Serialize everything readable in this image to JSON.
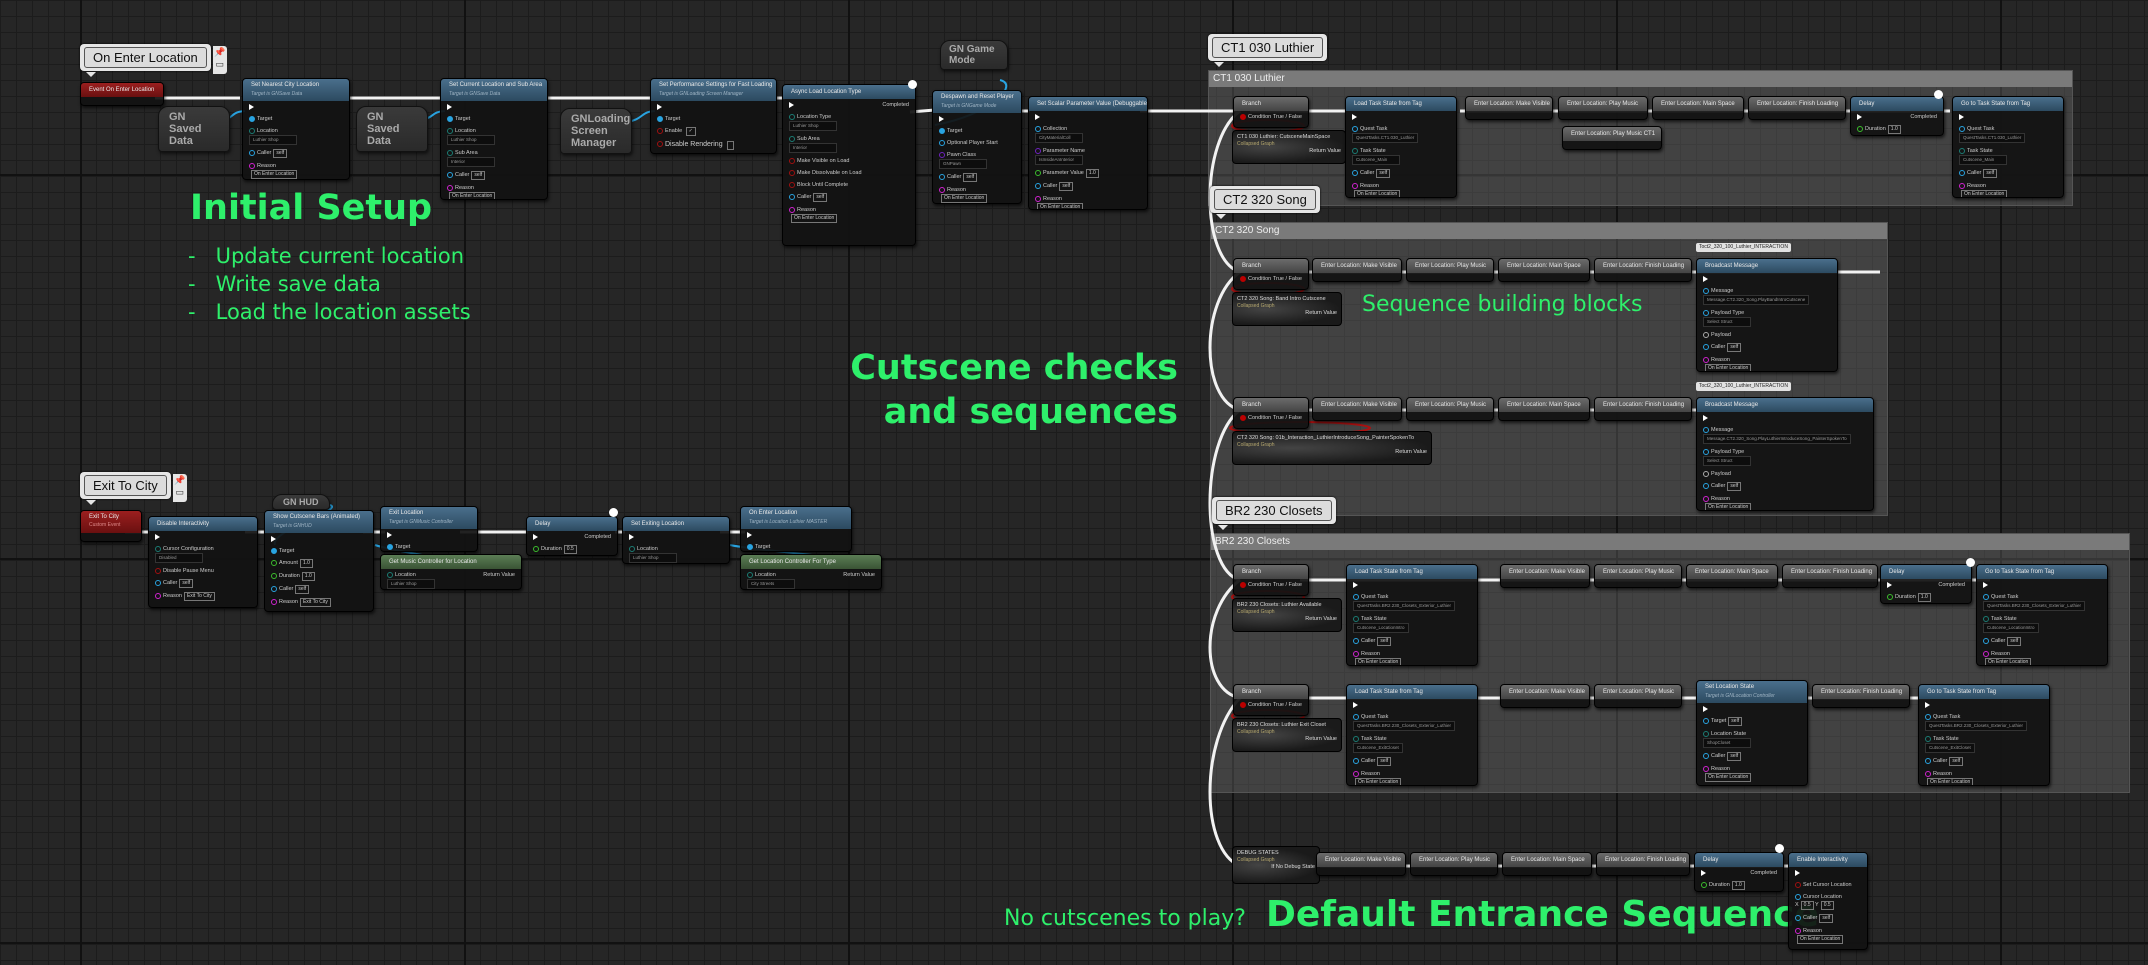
{
  "comments": {
    "on_enter": "On Enter Location",
    "exit_city": "Exit To City",
    "ct1": "CT1 030 Luthier",
    "ct2": "CT2 320 Song",
    "br2": "BR2 230 Closets"
  },
  "annotations": {
    "initial_title": "Initial Setup",
    "initial_items": [
      "Update current location",
      "Write save data",
      "Load the location assets"
    ],
    "cutscene_line1": "Cutscene checks",
    "cutscene_line2": "and sequences",
    "seq_blocks": "Sequence building blocks",
    "no_cutscenes": "No cutscenes to play?",
    "default_entrance": "Default Entrance Sequence"
  },
  "common": {
    "target": "Target",
    "location": "Location",
    "caller": "Caller",
    "self": "self",
    "reason": "Reason",
    "reason_enter": "On Enter Location",
    "reason_exit": "Exit To City",
    "sub_area": "Sub Area",
    "completed": "Completed",
    "duration": "Duration",
    "quest_task": "Quest Task",
    "task_state": "Task State",
    "condition": "Condition",
    "true": "True",
    "false": "False",
    "return_value": "Return Value",
    "collapsed_graph": "Collapsed Graph",
    "message": "Message",
    "payload_type": "Payload Type",
    "payload": "Payload",
    "luthier_shop": "Luthier Shop",
    "interior": "Interior"
  },
  "variables": {
    "saved_data": "GN Saved Data",
    "loading_mgr": "GNLoading Screen Manager",
    "game_mode": "GN Game Mode",
    "hud": "GN HUD"
  },
  "top_chain": {
    "event": "Event On Enter Location",
    "set_nearest": {
      "title": "Set Nearest City Location",
      "sub": "Target is GNSave Data"
    },
    "set_current": {
      "title": "Set Current Location and Sub Area",
      "sub": "Target is GNSave Data"
    },
    "perf": {
      "title": "Set Performance Settings for Fast Loading",
      "sub": "Target is GNLoading Screen Manager",
      "enable": "Enable",
      "disable_rendering": "Disable Rendering"
    },
    "async": {
      "title": "Async Load Location Type",
      "location_type": "Location Type",
      "make_visible": "Make Visible on Load",
      "make_dissolvable": "Make Dissolvable on Load",
      "block": "Block Until Complete"
    },
    "despawn": {
      "title": "Despawn and Reset Player",
      "sub": "Target is GNGame Mode",
      "opt_start": "Optional Player Start",
      "pawn_class": "Pawn Class",
      "pawn_value": "GNPawn"
    },
    "scalar": {
      "title": "Set Scalar Parameter Value (Debuggable)",
      "collection": "Collection",
      "collection_value": "CityMaterialColl",
      "param_name": "Parameter Name",
      "param_value_name": "IsInsideAnInterior",
      "param_value": "Parameter Value",
      "value": "1.0"
    }
  },
  "ct1": {
    "branch": "Branch",
    "collapsed": "CT1 030 Luthier: CutsceneMainSpace",
    "load_task": "Load Task State from Tag",
    "quest_value": "QuestTasks.CT1.030_Luthier",
    "state_value": "Cutscene_Main",
    "make_visible": "Enter Location: Make Visible",
    "play_music": "Enter Location: Play Music",
    "play_music_ct1": "Enter Location: Play Music CT1",
    "main_space": "Enter Location: Main Space",
    "finish": "Enter Location: Finish Loading",
    "delay": "Delay",
    "delay_value": "1.0",
    "goto": "Go to Task State from Tag"
  },
  "ct2": {
    "collapsed1": "CT2 320 Song: Band Intro Cutscene",
    "collapsed2": "CT2 320 Song: 01b_Interaction_LuthierIntroduceSong_PainterSpokenTo",
    "tag_label": "Toct2_320_100_Luthier_INTERACTION",
    "broadcast": "Broadcast Message",
    "msg1": "Message.CT2.320_Song.PlayBandIntroCutscene",
    "msg2": "Message.CT2.320_Song.PlayLuthierIntroduceSong_PainterSpokenTo",
    "payload_select": "Select Struct"
  },
  "br2": {
    "collapsed1": "BR2 230 Closets: Luthier Available",
    "collapsed2": "BR2 230 Closets: Luthier Exit Closet",
    "quest_value": "QuestTasks.BR2.230_Closets_Exterior_Luthier",
    "state1": "Cutscene_LocationIntro",
    "state2": "Cutscene_ExitCloset",
    "set_loc_state": {
      "title": "Set Location State",
      "sub": "Target is GNLocation Controller",
      "loc_state": "Location State",
      "value": "ShopCloset"
    }
  },
  "default_seq": {
    "debug": "DEBUG STATES",
    "if_no_debug": "If No Debug State",
    "enable_inter": "Enable Interactivity",
    "set_cursor": "Set Cursor Location",
    "cursor_loc": "Cursor Location",
    "x": "0.5",
    "y": "0.5"
  },
  "exit_chain": {
    "event": "Exit To City",
    "event_sub": "Custom Event",
    "disable": {
      "title": "Disable Interactivity",
      "cursor_conf": "Cursor Configuration",
      "cursor_value": "Disabled",
      "disable_pause": "Disable Pause Menu"
    },
    "show_bars": {
      "title": "Show Cutscene Bars (Animated)",
      "sub": "Target is GNHUD",
      "amount": "Amount",
      "amount_value": "1.0",
      "duration_value": "1.0"
    },
    "exit_loc": {
      "title": "Exit Location",
      "sub": "Target is GNMusic Controller"
    },
    "get_music": {
      "title": "Get Music Controller for Location"
    },
    "delay_value": "0.5",
    "set_exiting": {
      "title": "Set Exiting Location"
    },
    "on_enter": {
      "title": "On Enter Location",
      "sub": "Target is Location Luthier MASTER"
    },
    "get_loc_ctrl": {
      "title": "Get Location Controller For Type",
      "value": "City Streets"
    }
  }
}
